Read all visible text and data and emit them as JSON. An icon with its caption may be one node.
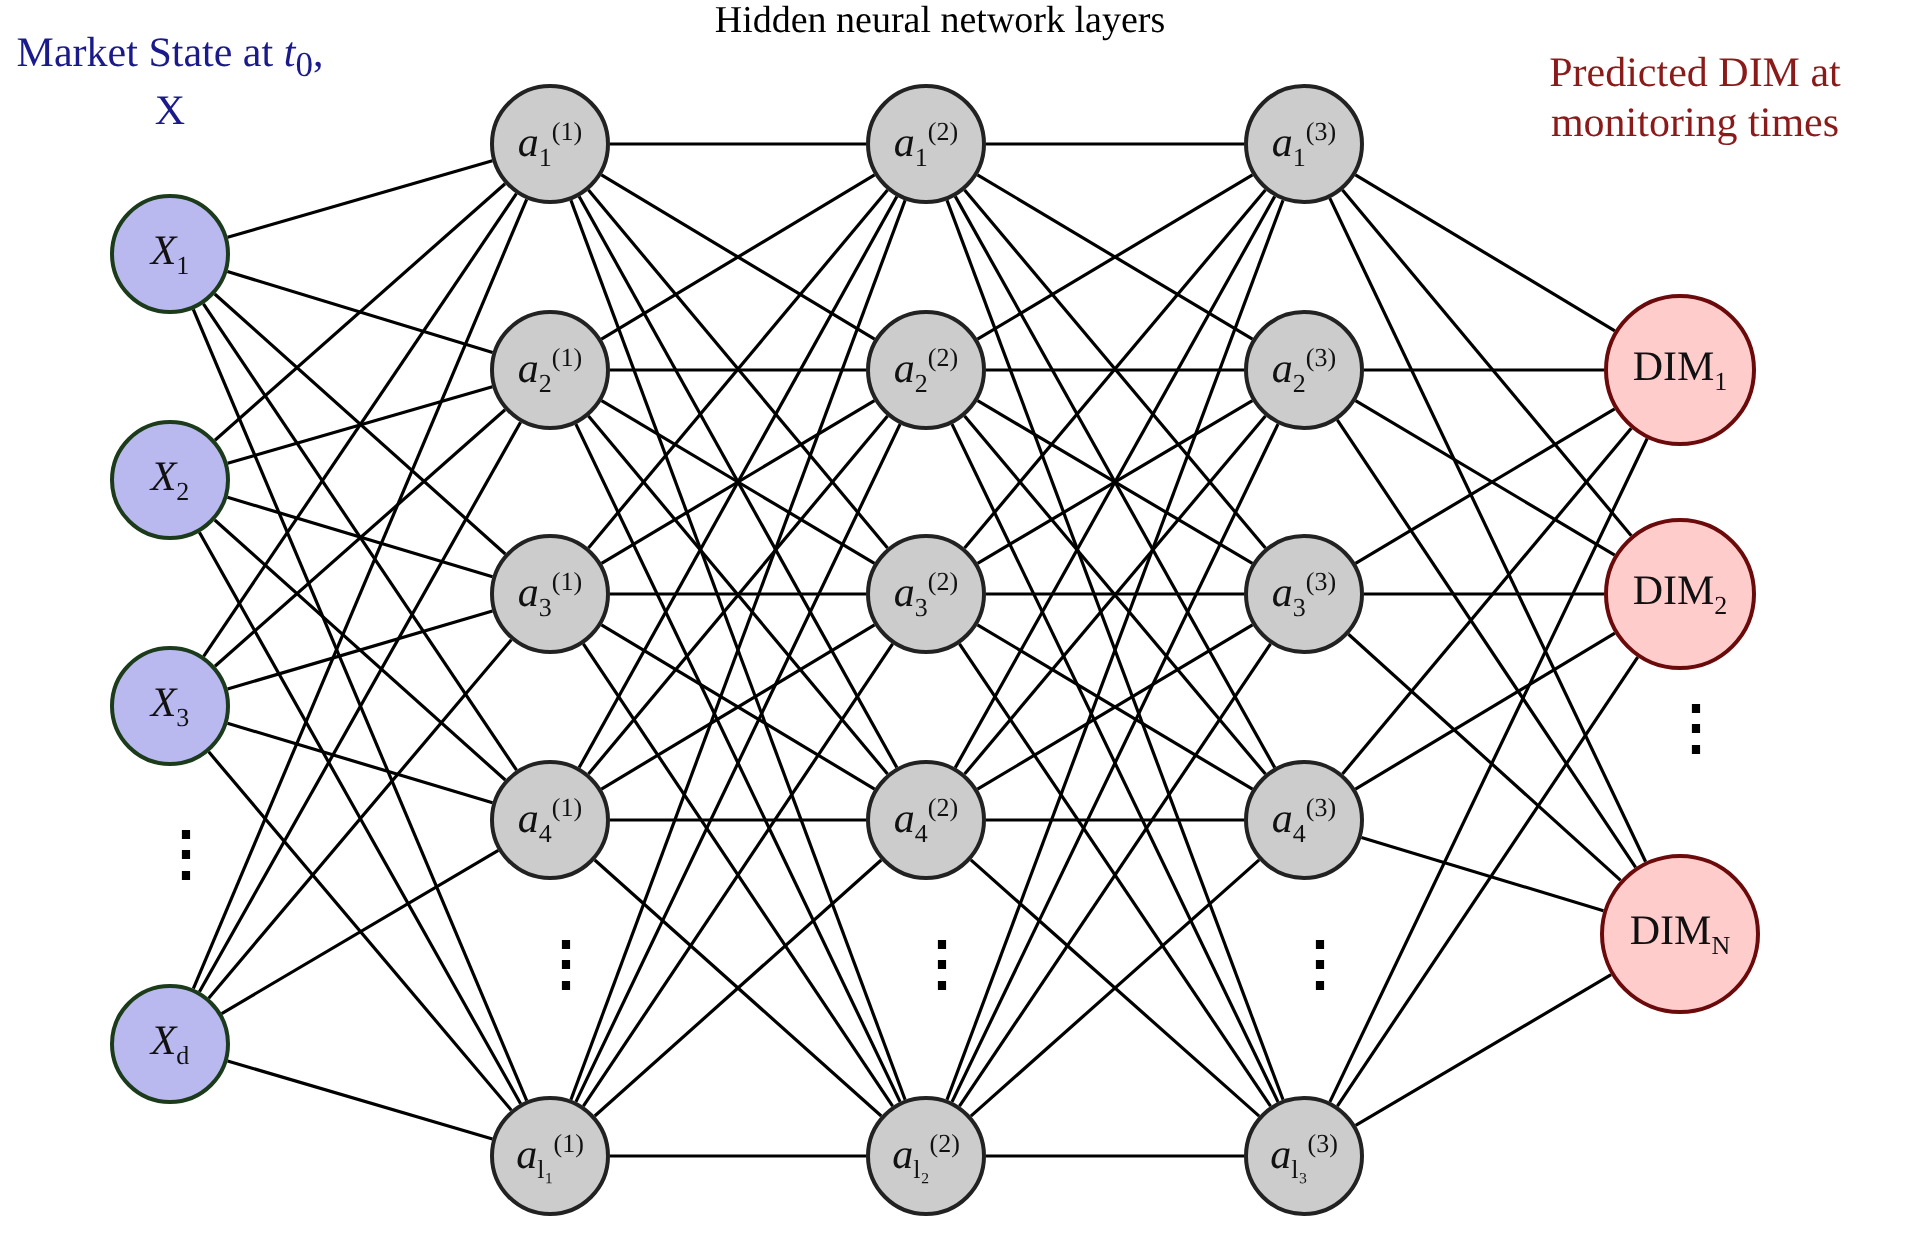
{
  "diagram": {
    "title": "Hidden neural network layers",
    "nodes": [
      {
        "text": [
          "*X*$_{1}$"
        ]
      },
      {
        "text": [
          "*X*$_{2}$"
        ]
      },
      {
        "text": [
          "*X*$_{3}$"
        ]
      },
      {
        "text": [
          "*X*$_{d}$"
        ]
      },
      {
        "text": [
          "*a*$_{1}$$^{(1)}$"
        ]
      },
      {
        "text": [
          "*a*$_{2}$$^{(1)}$"
        ]
      },
      {
        "text": [
          "*a*$_{3}$$^{(1)}$"
        ]
      },
      {
        "text": [
          "*a*$_{4}$$^{(1)}$"
        ]
      },
      {
        "text": [
          "*a*$_{l₁}$$^{(1)}$"
        ]
      },
      {
        "text": [
          "*a*$_{1}$$^{(2)}$"
        ]
      },
      {
        "text": [
          "*a*$_{2}$$^{(2)}$"
        ]
      },
      {
        "text": [
          "*a*$_{3}$$^{(2)}$"
        ]
      },
      {
        "text": [
          "*a*$_{4}$$^{(2)}$"
        ]
      },
      {
        "text": [
          "*a*$_{l₂}$$^{(2)}$"
        ]
      },
      {
        "text": [
          "*a*$_{1}$$^{(3)}$"
        ]
      },
      {
        "text": [
          "*a*$_{2}$$^{(3)}$"
        ]
      },
      {
        "text": [
          "*a*$_{3}$$^{(3)}$"
        ]
      },
      {
        "text": [
          "*a*$_{4}$$^{(3)}$"
        ]
      },
      {
        "text": [
          "*a*$_{l₃}$$^{(3)}$"
        ]
      },
      {
        "text": [
          "DIM$_{1}$"
        ]
      },
      {
        "text": [
          "DIM$_{2}$"
        ]
      },
      {
        "text": [
          "DIM$_{N}$"
        ]
      }
    ],
    "edges": [
      {
        "from": 0,
        "to": 4,
        "arrow": "none"
      },
      {
        "from": 0,
        "to": 5,
        "arrow": "none"
      },
      {
        "from": 0,
        "to": 6,
        "arrow": "none"
      },
      {
        "from": 0,
        "to": 7,
        "arrow": "none"
      },
      {
        "from": 0,
        "to": 8,
        "arrow": "none"
      },
      {
        "from": 1,
        "to": 4,
        "arrow": "none"
      },
      {
        "from": 1,
        "to": 5,
        "arrow": "none"
      },
      {
        "from": 1,
        "to": 6,
        "arrow": "none"
      },
      {
        "from": 1,
        "to": 7,
        "arrow": "none"
      },
      {
        "from": 1,
        "to": 8,
        "arrow": "none"
      },
      {
        "from": 2,
        "to": 4,
        "arrow": "none"
      },
      {
        "from": 2,
        "to": 5,
        "arrow": "none"
      },
      {
        "from": 2,
        "to": 6,
        "arrow": "none"
      },
      {
        "from": 2,
        "to": 7,
        "arrow": "none"
      },
      {
        "from": 2,
        "to": 8,
        "arrow": "none"
      },
      {
        "from": 3,
        "to": 4,
        "arrow": "none"
      },
      {
        "from": 3,
        "to": 5,
        "arrow": "none"
      },
      {
        "from": 3,
        "to": 6,
        "arrow": "none"
      },
      {
        "from": 3,
        "to": 7,
        "arrow": "none"
      },
      {
        "from": 3,
        "to": 8,
        "arrow": "none"
      },
      {
        "from": 4,
        "to": 9,
        "arrow": "none"
      },
      {
        "from": 4,
        "to": 10,
        "arrow": "none"
      },
      {
        "from": 4,
        "to": 11,
        "arrow": "none"
      },
      {
        "from": 4,
        "to": 12,
        "arrow": "none"
      },
      {
        "from": 4,
        "to": 13,
        "arrow": "none"
      },
      {
        "from": 5,
        "to": 9,
        "arrow": "none"
      },
      {
        "from": 5,
        "to": 10,
        "arrow": "none"
      },
      {
        "from": 5,
        "to": 11,
        "arrow": "none"
      },
      {
        "from": 5,
        "to": 12,
        "arrow": "none"
      },
      {
        "from": 5,
        "to": 13,
        "arrow": "none"
      },
      {
        "from": 6,
        "to": 9,
        "arrow": "none"
      },
      {
        "from": 6,
        "to": 10,
        "arrow": "none"
      },
      {
        "from": 6,
        "to": 11,
        "arrow": "none"
      },
      {
        "from": 6,
        "to": 12,
        "arrow": "none"
      },
      {
        "from": 6,
        "to": 13,
        "arrow": "none"
      },
      {
        "from": 7,
        "to": 9,
        "arrow": "none"
      },
      {
        "from": 7,
        "to": 10,
        "arrow": "none"
      },
      {
        "from": 7,
        "to": 11,
        "arrow": "none"
      },
      {
        "from": 7,
        "to": 12,
        "arrow": "none"
      },
      {
        "from": 7,
        "to": 13,
        "arrow": "none"
      },
      {
        "from": 8,
        "to": 9,
        "arrow": "none"
      },
      {
        "from": 8,
        "to": 10,
        "arrow": "none"
      },
      {
        "from": 8,
        "to": 11,
        "arrow": "none"
      },
      {
        "from": 8,
        "to": 12,
        "arrow": "none"
      },
      {
        "from": 8,
        "to": 13,
        "arrow": "none"
      },
      {
        "from": 9,
        "to": 14,
        "arrow": "none"
      },
      {
        "from": 9,
        "to": 15,
        "arrow": "none"
      },
      {
        "from": 9,
        "to": 16,
        "arrow": "none"
      },
      {
        "from": 9,
        "to": 17,
        "arrow": "none"
      },
      {
        "from": 9,
        "to": 18,
        "arrow": "none"
      },
      {
        "from": 10,
        "to": 14,
        "arrow": "none"
      },
      {
        "from": 10,
        "to": 15,
        "arrow": "none"
      },
      {
        "from": 10,
        "to": 16,
        "arrow": "none"
      },
      {
        "from": 10,
        "to": 17,
        "arrow": "none"
      },
      {
        "from": 10,
        "to": 18,
        "arrow": "none"
      },
      {
        "from": 11,
        "to": 14,
        "arrow": "none"
      },
      {
        "from": 11,
        "to": 15,
        "arrow": "none"
      },
      {
        "from": 11,
        "to": 16,
        "arrow": "none"
      },
      {
        "from": 11,
        "to": 17,
        "arrow": "none"
      },
      {
        "from": 11,
        "to": 18,
        "arrow": "none"
      },
      {
        "from": 12,
        "to": 14,
        "arrow": "none"
      },
      {
        "from": 12,
        "to": 15,
        "arrow": "none"
      },
      {
        "from": 12,
        "to": 16,
        "arrow": "none"
      },
      {
        "from": 12,
        "to": 17,
        "arrow": "none"
      },
      {
        "from": 12,
        "to": 18,
        "arrow": "none"
      },
      {
        "from": 13,
        "to": 14,
        "arrow": "none"
      },
      {
        "from": 13,
        "to": 15,
        "arrow": "none"
      },
      {
        "from": 13,
        "to": 16,
        "arrow": "none"
      },
      {
        "from": 13,
        "to": 17,
        "arrow": "none"
      },
      {
        "from": 13,
        "to": 18,
        "arrow": "none"
      },
      {
        "from": 14,
        "to": 19,
        "arrow": "none"
      },
      {
        "from": 14,
        "to": 20,
        "arrow": "none"
      },
      {
        "from": 14,
        "to": 21,
        "arrow": "none"
      },
      {
        "from": 15,
        "to": 19,
        "arrow": "none"
      },
      {
        "from": 15,
        "to": 20,
        "arrow": "none"
      },
      {
        "from": 15,
        "to": 21,
        "arrow": "none"
      },
      {
        "from": 16,
        "to": 19,
        "arrow": "none"
      },
      {
        "from": 16,
        "to": 20,
        "arrow": "none"
      },
      {
        "from": 16,
        "to": 21,
        "arrow": "none"
      },
      {
        "from": 17,
        "to": 19,
        "arrow": "none"
      },
      {
        "from": 17,
        "to": 20,
        "arrow": "none"
      },
      {
        "from": 17,
        "to": 21,
        "arrow": "none"
      },
      {
        "from": 18,
        "to": 19,
        "arrow": "none"
      },
      {
        "from": 18,
        "to": 20,
        "arrow": "none"
      },
      {
        "from": 18,
        "to": 21,
        "arrow": "none"
      }
    ],
    "labels": [
      "Market State at *t*$_{0}$, X",
      "Predicted DIM at monitoring times",
      "⋮",
      "⋮",
      "⋮",
      "⋮",
      "⋮"
    ]
  }
}
